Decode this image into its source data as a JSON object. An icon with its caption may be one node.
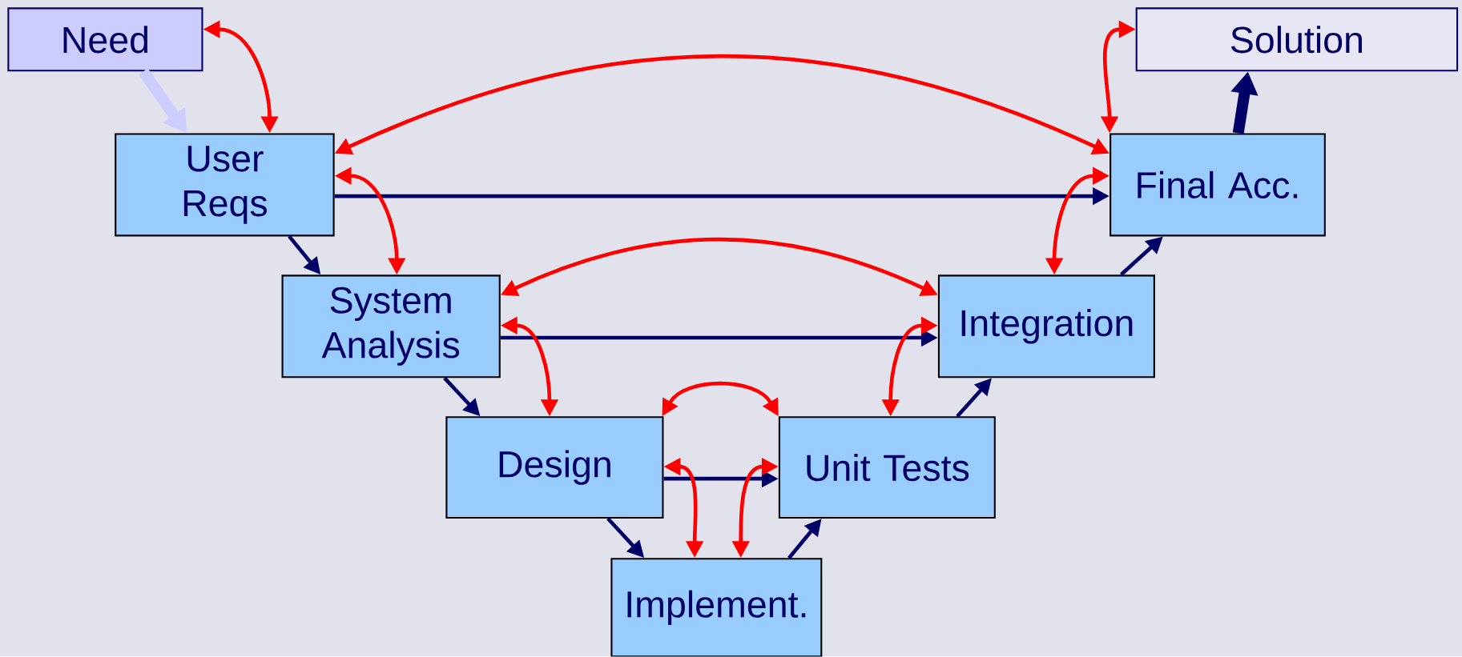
{
  "diagram": {
    "nodes": [
      {
        "text": [
          "Need"
        ]
      },
      {
        "text": [
          "Solution"
        ]
      },
      {
        "text": [
          "User Reqs"
        ]
      },
      {
        "text": [
          "Final Acc."
        ]
      },
      {
        "text": [
          "System Analysis"
        ]
      },
      {
        "text": [
          "Integration"
        ]
      },
      {
        "text": [
          "Design"
        ]
      },
      {
        "text": [
          "Unit Tests"
        ]
      },
      {
        "text": [
          "Implement."
        ]
      }
    ],
    "edges": [
      {
        "from": 0,
        "to": 2,
        "arrow": "to",
        "style": "thick",
        "color": "#ccccff"
      },
      {
        "from": 3,
        "to": 1,
        "arrow": "to",
        "style": "thick",
        "color": "#000066"
      },
      {
        "from": 2,
        "to": 4,
        "arrow": "to",
        "color": "#000066"
      },
      {
        "from": 4,
        "to": 6,
        "arrow": "to",
        "color": "#000066"
      },
      {
        "from": 6,
        "to": 8,
        "arrow": "to",
        "color": "#000066"
      },
      {
        "from": 8,
        "to": 7,
        "arrow": "to",
        "color": "#000066"
      },
      {
        "from": 7,
        "to": 5,
        "arrow": "to",
        "color": "#000066"
      },
      {
        "from": 5,
        "to": 3,
        "arrow": "to",
        "color": "#000066"
      },
      {
        "from": 2,
        "to": 3,
        "arrow": "to",
        "color": "#000066"
      },
      {
        "from": 4,
        "to": 5,
        "arrow": "to",
        "color": "#000066"
      },
      {
        "from": 6,
        "to": 7,
        "arrow": "to",
        "color": "#000066"
      },
      {
        "from": 0,
        "to": 2,
        "arrow": "both",
        "color": "#ff0000"
      },
      {
        "from": 1,
        "to": 3,
        "arrow": "both",
        "color": "#ff0000"
      },
      {
        "from": 2,
        "to": 3,
        "arrow": "both",
        "color": "#ff0000"
      },
      {
        "from": 2,
        "to": 4,
        "arrow": "both",
        "color": "#ff0000"
      },
      {
        "from": 3,
        "to": 5,
        "arrow": "both",
        "color": "#ff0000"
      },
      {
        "from": 4,
        "to": 5,
        "arrow": "both",
        "color": "#ff0000"
      },
      {
        "from": 4,
        "to": 6,
        "arrow": "both",
        "color": "#ff0000"
      },
      {
        "from": 5,
        "to": 7,
        "arrow": "both",
        "color": "#ff0000"
      },
      {
        "from": 6,
        "to": 7,
        "arrow": "both",
        "color": "#ff0000"
      },
      {
        "from": 6,
        "to": 8,
        "arrow": "both",
        "color": "#ff0000"
      },
      {
        "from": 7,
        "to": 8,
        "arrow": "both",
        "color": "#ff0000"
      }
    ]
  }
}
